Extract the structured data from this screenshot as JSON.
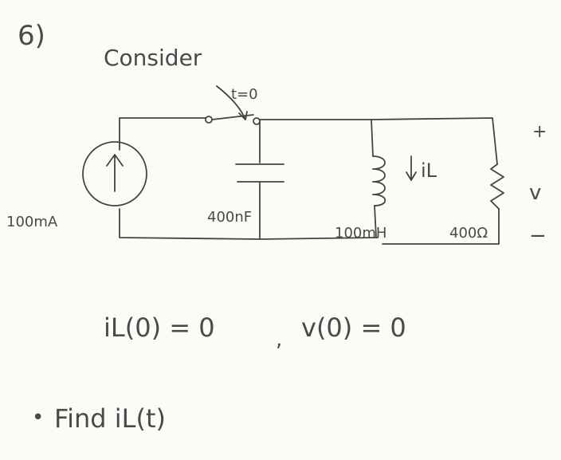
{
  "problem": {
    "number": "6)",
    "intro": "Consider"
  },
  "circuit": {
    "switch_label": "t=0",
    "source_label": "100mA",
    "capacitor_label": "400nF",
    "inductor_label": "100mH",
    "inductor_current_label": "iL",
    "resistor_label": "400Ω",
    "voltage_label": "v",
    "voltage_plus": "+",
    "voltage_minus": "−"
  },
  "conditions": {
    "il0": "iL(0) = 0",
    "separator": ",",
    "v0": "v(0) = 0"
  },
  "task": {
    "bullet": "•",
    "text": "Find iL(t)"
  },
  "colors": {
    "ink": "#444444",
    "paper": "#fbfbf8"
  }
}
